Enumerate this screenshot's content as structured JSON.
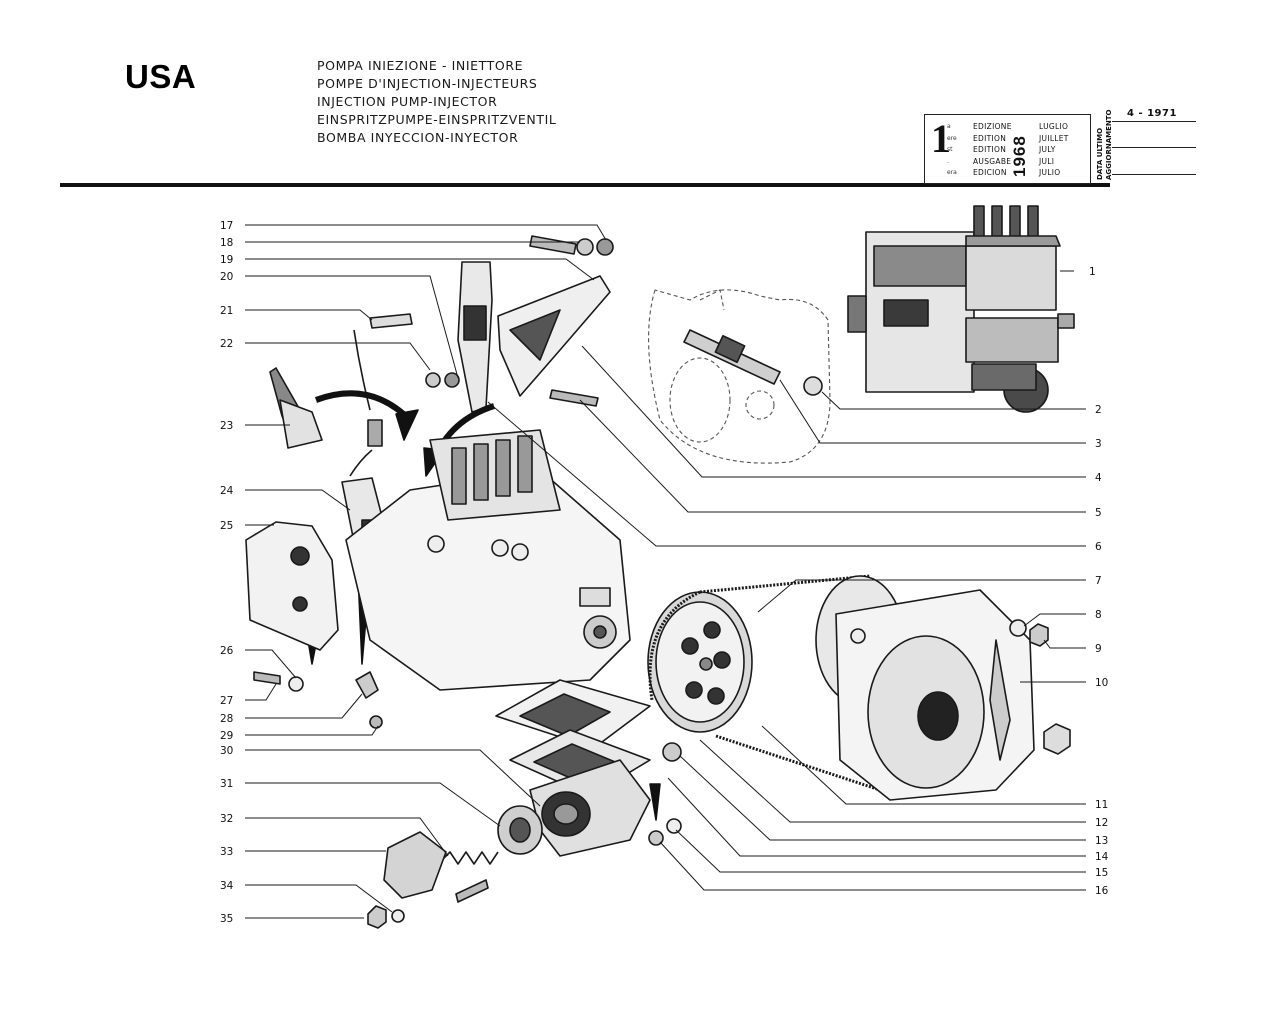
{
  "header": {
    "region": "USA",
    "titles": [
      "POMPA INIEZIONE - INIETTORE",
      "POMPE D'INJECTION-INJECTEURS",
      "INJECTION PUMP-INJECTOR",
      "EINSPRITZPUMPE-EINSPRITZVENTIL",
      "BOMBA INYECCION-INYECTOR"
    ]
  },
  "edition": {
    "number": "1",
    "marks": [
      "a",
      "ere",
      "st",
      ".",
      "era"
    ],
    "labels": [
      "EDIZIONE",
      "EDITION",
      "EDITION",
      "AUSGABE",
      "EDICION"
    ],
    "year": "1968",
    "months": [
      "LUGLIO",
      "JUILLET",
      "JULY",
      "JULI",
      "JULIO"
    ],
    "update_label_lines": [
      "DATA ULTIMO",
      "AGGIORNAMENTO"
    ],
    "update_date": "4 - 1971"
  },
  "callouts": {
    "left": [
      "17",
      "18",
      "19",
      "20",
      "21",
      "22",
      "23",
      "24",
      "25",
      "26",
      "27",
      "28",
      "29",
      "30",
      "31",
      "32",
      "33",
      "34",
      "35"
    ],
    "right": [
      "1",
      "2",
      "3",
      "4",
      "5",
      "6",
      "7",
      "8",
      "9",
      "10",
      "11",
      "12",
      "13",
      "14",
      "15",
      "16"
    ]
  }
}
